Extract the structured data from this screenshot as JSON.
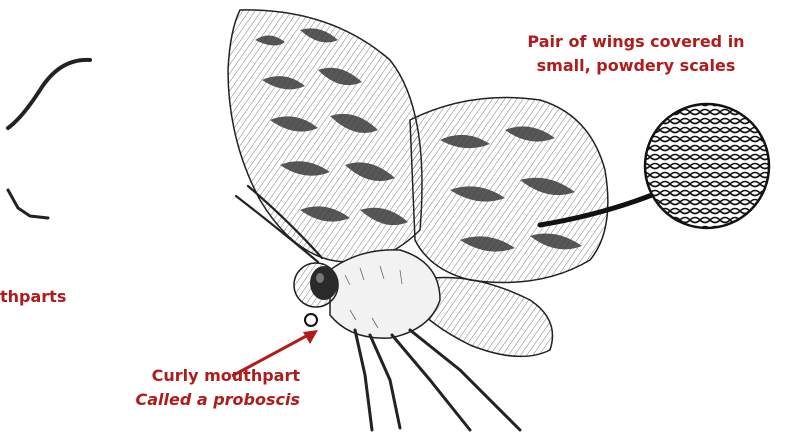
{
  "labels": {
    "wings_line1": "Pair of wings covered in",
    "wings_line2": "small, powdery scales",
    "left_mouthparts": "thparts",
    "proboscis_line1": "Curly mouthpart",
    "proboscis_line2": "Called a proboscis"
  },
  "colors": {
    "label": "#b01c1c",
    "ink": "#1a1a1a"
  }
}
